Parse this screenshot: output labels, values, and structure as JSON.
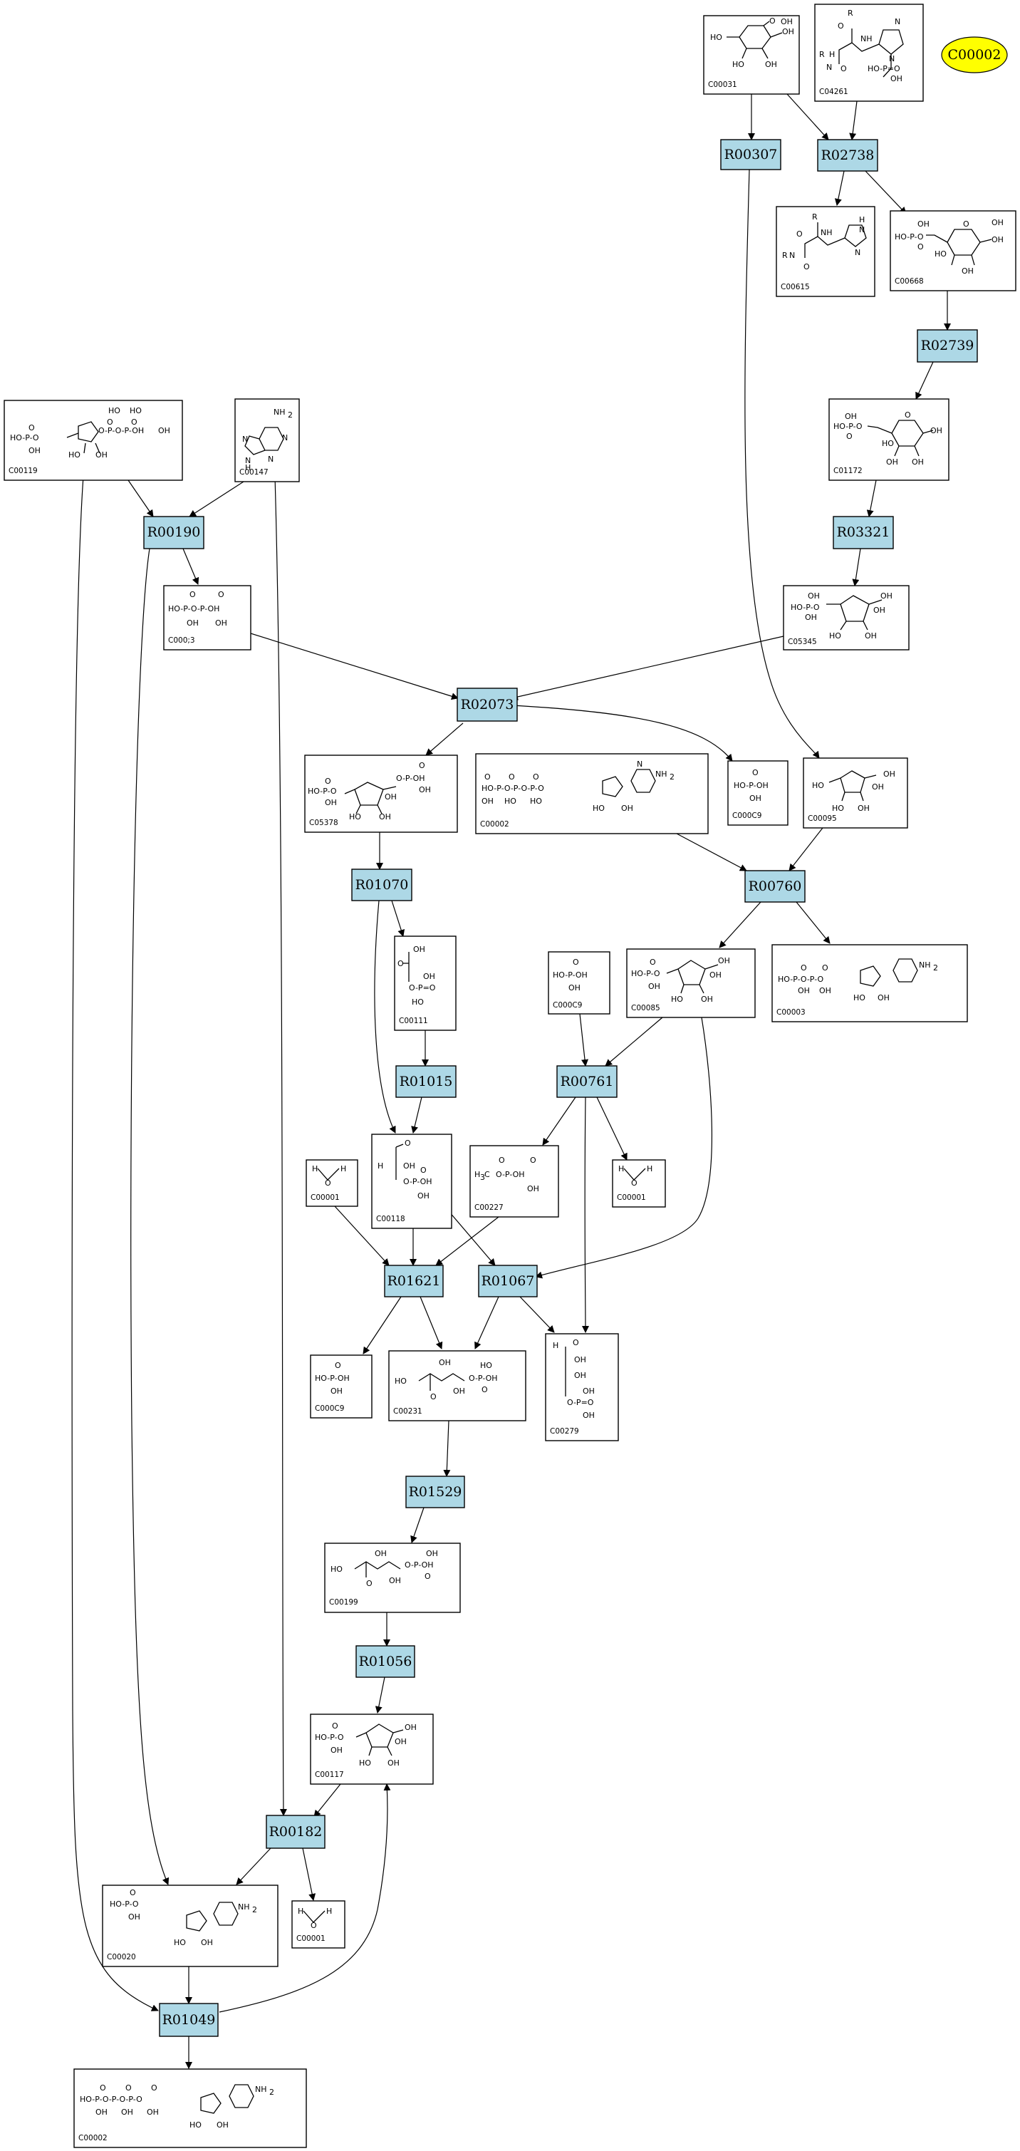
{
  "compounds": {
    "C00031": "C00031",
    "C04261": "C04261",
    "C00615": "C00615",
    "C00668": "C00668",
    "C01172": "C01172",
    "C05345": "C05345",
    "C00119": "C00119",
    "C00147": "C00147",
    "C00013": "C000;3",
    "C05378": "C05378",
    "C00002a": "C00002",
    "C00009a": "C000C9",
    "C00095": "C00095",
    "C00111": "C00111",
    "C00009b": "C000C9",
    "C00085": "C00085",
    "C00003": "C00003",
    "C00118": "C00118",
    "C00001a": "C00001",
    "C00227": "C00227",
    "C00001b": "C00001",
    "C00009c": "C000C9",
    "C00231": "C00231",
    "C00279": "C00279",
    "C00199": "C00199",
    "C00117": "C00117",
    "C00020": "C00020",
    "C00001c": "C00001",
    "C00002b": "C00002"
  },
  "reactions": {
    "R00307": "R00307",
    "R02738": "R02738",
    "R02739": "R02739",
    "R03321": "R03321",
    "R00190": "R00190",
    "R02073": "R02073",
    "R01070": "R01070",
    "R00760": "R00760",
    "R01015": "R01015",
    "R00761": "R00761",
    "R01621": "R01621",
    "R01067": "R01067",
    "R01529": "R01529",
    "R01056": "R01056",
    "R00182": "R00182",
    "R01049": "R01049"
  },
  "highlight": {
    "label": "C00002",
    "color": "#ffff00"
  },
  "colors": {
    "reaction_fill": "#add8e6",
    "compound_fill": "#ffffff"
  }
}
